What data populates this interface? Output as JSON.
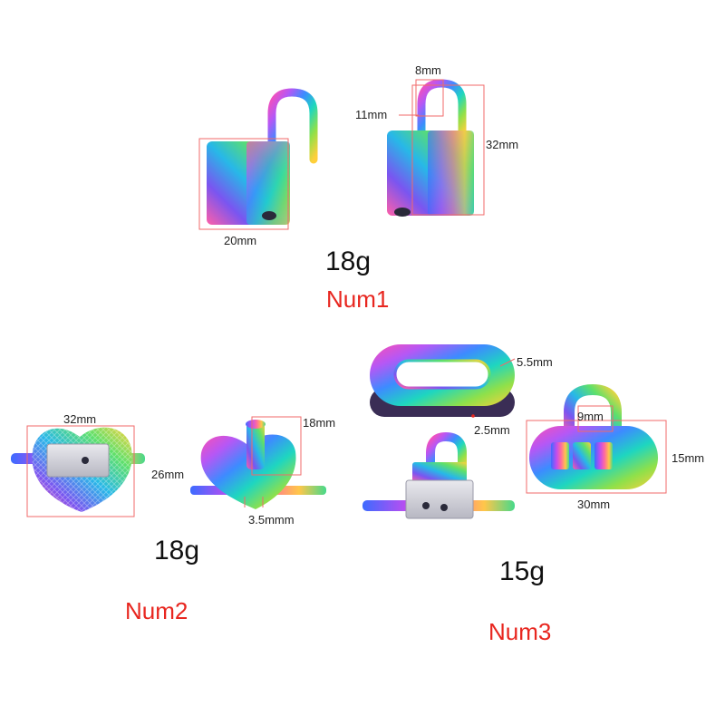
{
  "products": [
    {
      "label": "Num1",
      "weight": "18g",
      "dimensions": {
        "width": "20mm",
        "height": "32mm",
        "shackle_width": "8mm",
        "shackle_height": "11mm"
      }
    },
    {
      "label": "Num2",
      "weight": "18g",
      "dimensions": {
        "width": "32mm",
        "height": "26mm",
        "post_height": "18mm",
        "thickness": "3.5mmm"
      }
    },
    {
      "label": "Num3",
      "weight": "15g",
      "dimensions": {
        "ring_thickness": "5.5mm",
        "gap": "2.5mm",
        "loop": "9mm",
        "height": "15mm",
        "width": "30mm"
      }
    }
  ],
  "colors": {
    "label_red": "#e8261f",
    "text": "#111111",
    "dimension_line": "#f06a6a"
  }
}
